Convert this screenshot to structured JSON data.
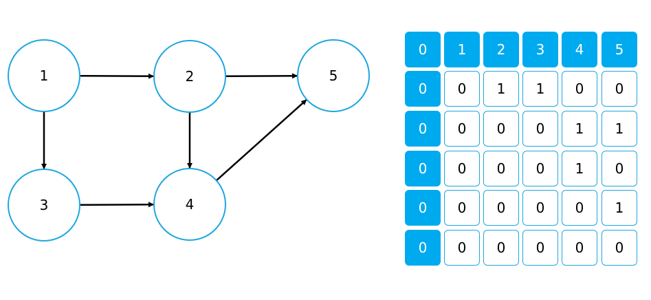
{
  "graph": {
    "nodes": [
      {
        "id": "1",
        "label": "1"
      },
      {
        "id": "2",
        "label": "2"
      },
      {
        "id": "3",
        "label": "3"
      },
      {
        "id": "4",
        "label": "4"
      },
      {
        "id": "5",
        "label": "5"
      }
    ],
    "edges": [
      {
        "from": "1",
        "to": "2"
      },
      {
        "from": "1",
        "to": "3"
      },
      {
        "from": "2",
        "to": "4"
      },
      {
        "from": "2",
        "to": "5"
      },
      {
        "from": "3",
        "to": "4"
      },
      {
        "from": "4",
        "to": "5"
      }
    ],
    "node_stroke_color": "#1fa6e0",
    "edge_color": "#000000"
  },
  "matrix": {
    "header_row": [
      "0",
      "1",
      "2",
      "3",
      "4",
      "5"
    ],
    "rows": [
      {
        "index": "0",
        "values": [
          "0",
          "1",
          "1",
          "0",
          "0"
        ]
      },
      {
        "index": "0",
        "values": [
          "0",
          "0",
          "0",
          "1",
          "1"
        ]
      },
      {
        "index": "0",
        "values": [
          "0",
          "0",
          "0",
          "1",
          "0"
        ]
      },
      {
        "index": "0",
        "values": [
          "0",
          "0",
          "0",
          "0",
          "1"
        ]
      },
      {
        "index": "0",
        "values": [
          "0",
          "0",
          "0",
          "0",
          "0"
        ]
      }
    ],
    "header_color": "#00aaee",
    "cell_border_color": "#1fa6e0"
  }
}
